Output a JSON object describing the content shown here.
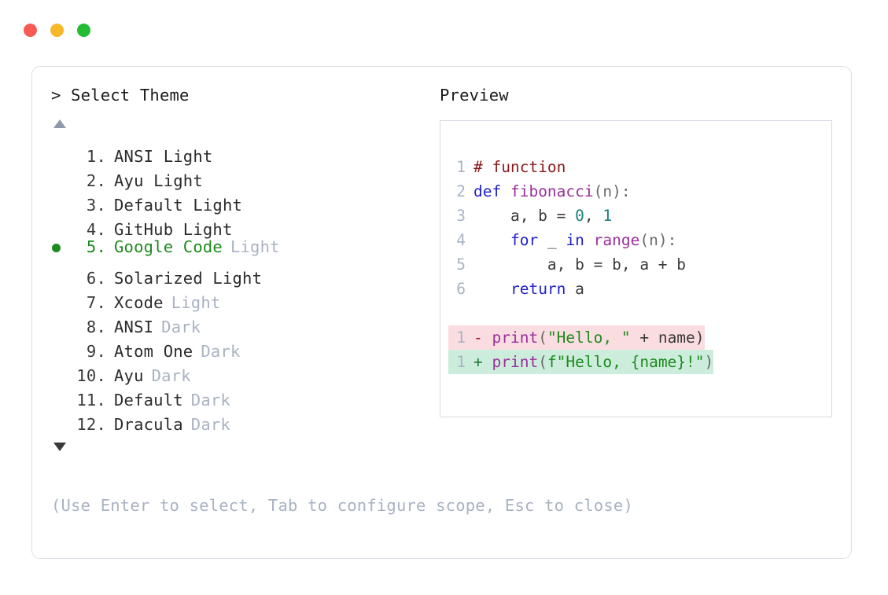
{
  "window": {
    "traffic_lights": [
      {
        "name": "close",
        "color": "#f65c55"
      },
      {
        "name": "minimize",
        "color": "#f6b827"
      },
      {
        "name": "maximize",
        "color": "#23bd34"
      }
    ]
  },
  "selector": {
    "prompt": "> Select Theme",
    "scroll_up_icon": "triangle-up",
    "scroll_down_icon": "triangle-down",
    "selected_index": 5,
    "items": [
      {
        "index": "1.",
        "name": "ANSI Light",
        "variant": "",
        "selected": false
      },
      {
        "index": "2.",
        "name": "Ayu Light",
        "variant": "",
        "selected": false
      },
      {
        "index": "3.",
        "name": "Default Light",
        "variant": "",
        "selected": false
      },
      {
        "index": "4.",
        "name": "GitHub Light",
        "variant": "",
        "selected": false
      },
      {
        "index": "5.",
        "name": "Google Code",
        "variant": "Light",
        "selected": true
      },
      {
        "index": "6.",
        "name": "Solarized Light",
        "variant": "",
        "selected": false
      },
      {
        "index": "7.",
        "name": "Xcode",
        "variant": "Light",
        "selected": false
      },
      {
        "index": "8.",
        "name": "ANSI",
        "variant": "Dark",
        "selected": false
      },
      {
        "index": "9.",
        "name": "Atom One",
        "variant": "Dark",
        "selected": false
      },
      {
        "index": "10.",
        "name": "Ayu",
        "variant": "Dark",
        "selected": false
      },
      {
        "index": "11.",
        "name": "Default",
        "variant": "Dark",
        "selected": false
      },
      {
        "index": "12.",
        "name": "Dracula",
        "variant": "Dark",
        "selected": false
      }
    ]
  },
  "preview": {
    "title": "Preview",
    "code_lines": [
      {
        "ln": "1",
        "kind": "code",
        "tokens": [
          {
            "t": "# function",
            "c": "t-comment"
          }
        ]
      },
      {
        "ln": "2",
        "kind": "code",
        "tokens": [
          {
            "t": "def ",
            "c": "t-kw"
          },
          {
            "t": "fibonacci",
            "c": "t-fn"
          },
          {
            "t": "(n):",
            "c": "t-punc"
          }
        ]
      },
      {
        "ln": "3",
        "kind": "code",
        "tokens": [
          {
            "t": "    a, b = ",
            "c": "t-plain"
          },
          {
            "t": "0",
            "c": "t-num"
          },
          {
            "t": ", ",
            "c": "t-plain"
          },
          {
            "t": "1",
            "c": "t-num"
          }
        ]
      },
      {
        "ln": "4",
        "kind": "code",
        "tokens": [
          {
            "t": "    ",
            "c": "t-plain"
          },
          {
            "t": "for",
            "c": "t-kw"
          },
          {
            "t": " _ ",
            "c": "t-plain"
          },
          {
            "t": "in",
            "c": "t-kw"
          },
          {
            "t": " ",
            "c": "t-plain"
          },
          {
            "t": "range",
            "c": "t-fn"
          },
          {
            "t": "(n):",
            "c": "t-punc"
          }
        ]
      },
      {
        "ln": "5",
        "kind": "code",
        "tokens": [
          {
            "t": "        a, b = b, a + b",
            "c": "t-plain"
          }
        ]
      },
      {
        "ln": "6",
        "kind": "code",
        "tokens": [
          {
            "t": "    ",
            "c": "t-plain"
          },
          {
            "t": "return",
            "c": "t-kw"
          },
          {
            "t": " a",
            "c": "t-plain"
          }
        ]
      },
      {
        "ln": "",
        "kind": "blank",
        "tokens": []
      },
      {
        "ln": "1",
        "kind": "del",
        "tokens": [
          {
            "t": "- ",
            "c": "t-del"
          },
          {
            "t": "print",
            "c": "t-fn"
          },
          {
            "t": "(",
            "c": "t-punc"
          },
          {
            "t": "\"Hello, \"",
            "c": "t-str"
          },
          {
            "t": " + name)",
            "c": "t-plain"
          }
        ]
      },
      {
        "ln": "1",
        "kind": "add",
        "tokens": [
          {
            "t": "+ ",
            "c": "t-add"
          },
          {
            "t": "print",
            "c": "t-fn"
          },
          {
            "t": "(",
            "c": "t-punc"
          },
          {
            "t": "f\"Hello, {name}!\"",
            "c": "t-str"
          },
          {
            "t": ")",
            "c": "t-punc"
          }
        ]
      }
    ]
  },
  "footer": {
    "hint": "(Use Enter to select, Tab to configure scope, Esc to close)"
  },
  "colors": {
    "accent_green": "#1d8a1d",
    "muted": "#a9b2c3",
    "border": "#dcdfe6",
    "diff_del_bg": "#fadde1",
    "diff_add_bg": "#cceddb"
  }
}
